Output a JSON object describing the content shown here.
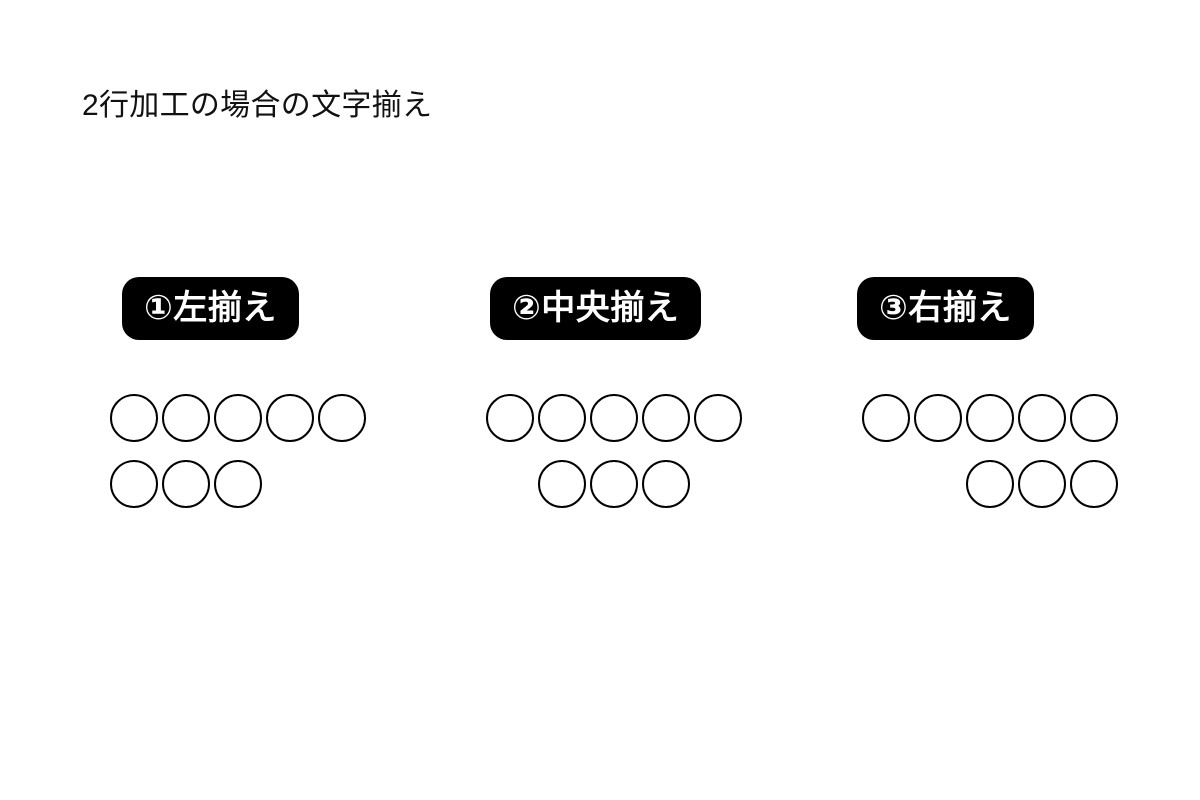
{
  "page": {
    "title": "2行加工の場合の文字揃え",
    "background_color": "#ffffff",
    "text_color": "#000000",
    "accent_color": "#000000"
  },
  "groups": [
    {
      "label": "①左揃え",
      "alignment": "left",
      "rows": [
        5,
        3
      ]
    },
    {
      "label": "②中央揃え",
      "alignment": "center",
      "rows": [
        5,
        3
      ]
    },
    {
      "label": "③右揃え",
      "alignment": "right",
      "rows": [
        5,
        3
      ]
    }
  ]
}
